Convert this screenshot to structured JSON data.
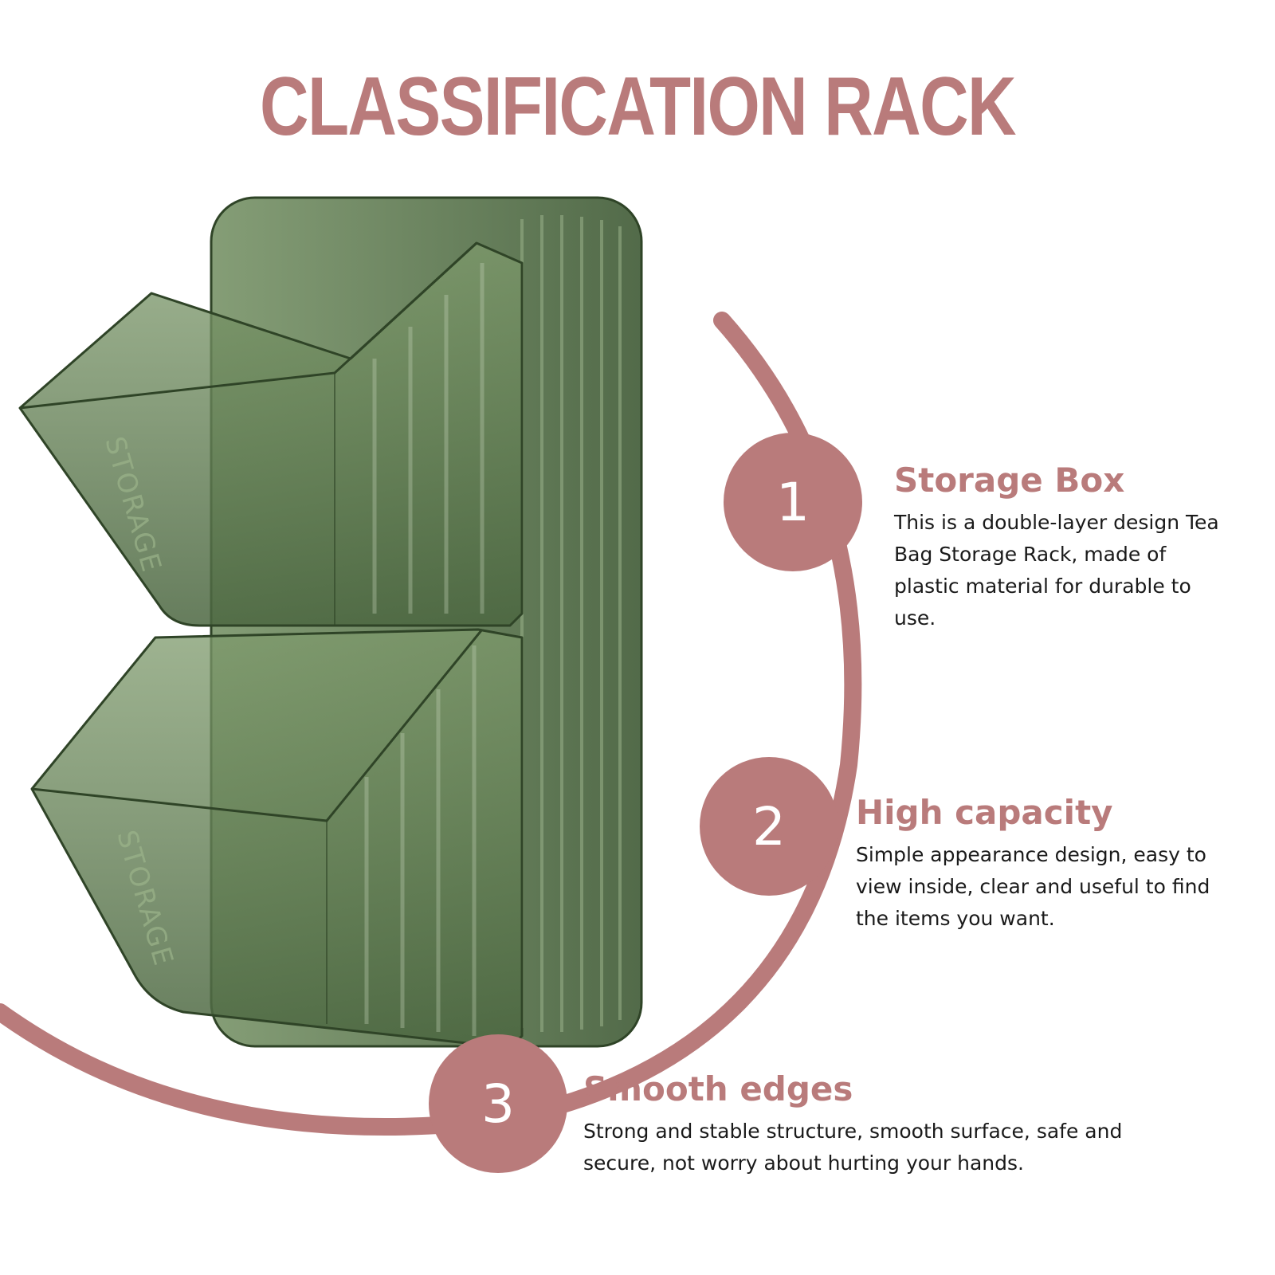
{
  "title": "CLASSIFICATION RACK",
  "product": {
    "box_label": "STORAGE",
    "color": "#5d7a4e"
  },
  "accent_color": "#b97b7b",
  "features": [
    {
      "number": "1",
      "title": "Storage Box",
      "description": "This is a double-layer design Tea Bag Storage Rack, made of plastic material for durable to use."
    },
    {
      "number": "2",
      "title": "High capacity",
      "description": "Simple appearance design, easy to view inside, clear and useful to find the items you want."
    },
    {
      "number": "3",
      "title": "Smooth edges",
      "description": "Strong and stable structure, smooth surface, safe and secure, not worry about hurting your hands."
    }
  ]
}
